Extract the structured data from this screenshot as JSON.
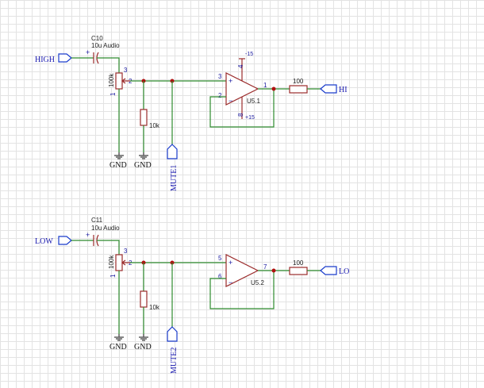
{
  "net_labels": {
    "high": "HIGH",
    "low": "LOW",
    "hi": "HI",
    "lo": "LO",
    "mute1": "MUTE1",
    "mute2": "MUTE2",
    "gnd": "GND"
  },
  "channel_top": {
    "capacitor": {
      "ref": "C10",
      "value": "10u Audio",
      "polarity": "+"
    },
    "potentiometer": {
      "value": "100k",
      "pin1": "1",
      "pin2": "2",
      "pin3": "3"
    },
    "shunt_resistor": {
      "value": "10k"
    },
    "opamp": {
      "ref": "U5.1",
      "in_plus_pin": "3",
      "in_minus_pin": "2",
      "out_pin": "1",
      "vneg_pin": "4",
      "vpos_pin": "8",
      "vneg_label": "-15",
      "vpos_label": "+15",
      "plus_sign": "+",
      "minus_sign": "−"
    },
    "output_resistor": {
      "value": "100"
    }
  },
  "channel_bottom": {
    "capacitor": {
      "ref": "C11",
      "value": "10u Audio",
      "polarity": "+"
    },
    "potentiometer": {
      "value": "100k",
      "pin1": "1",
      "pin2": "2",
      "pin3": "3"
    },
    "shunt_resistor": {
      "value": "10k"
    },
    "opamp": {
      "ref": "U5.2",
      "in_plus_pin": "5",
      "in_minus_pin": "6",
      "out_pin": "7",
      "plus_sign": "+",
      "minus_sign": "−"
    },
    "output_resistor": {
      "value": "100"
    }
  },
  "colors": {
    "wire": "#2e8b2e",
    "component": "#9b2b2b",
    "net_port": "#1a3ccc",
    "junction": "#b01010",
    "grid": "#e3e3e3"
  }
}
